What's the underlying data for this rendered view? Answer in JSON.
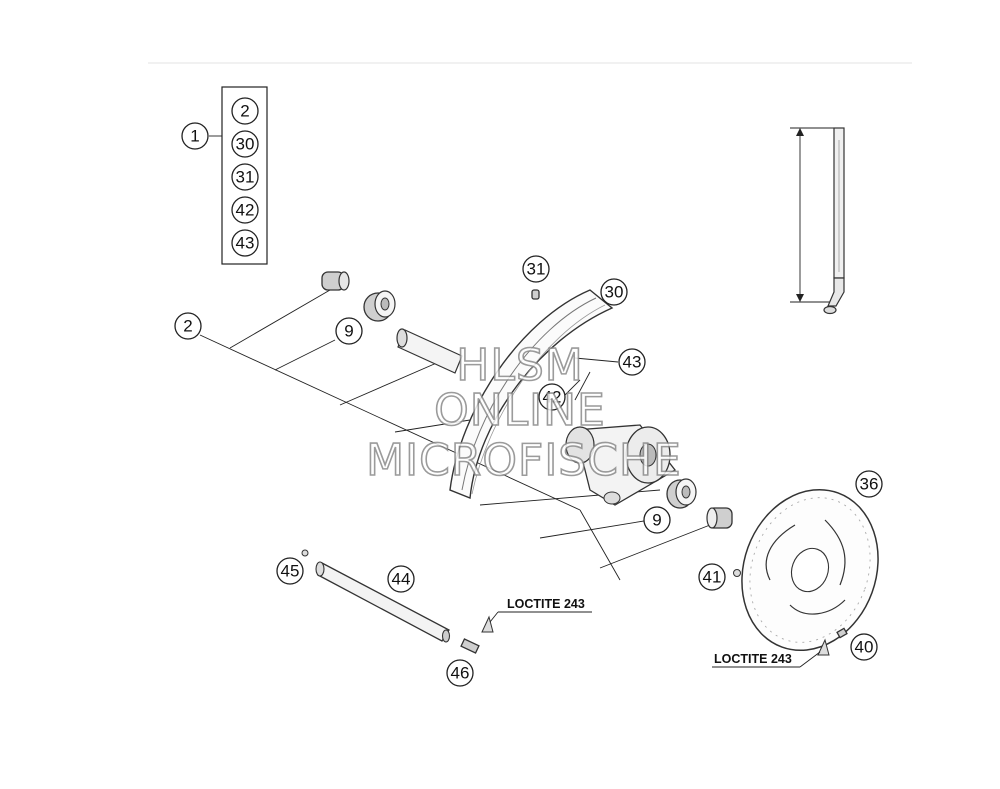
{
  "diagram": {
    "kit_callout": "1",
    "kit_items": [
      "2",
      "30",
      "31",
      "42",
      "43"
    ],
    "callouts": {
      "axle_spacer": "2",
      "bearing_left": "9",
      "bearing_right": "9",
      "nipple": "31",
      "rim": "30",
      "spoke": "43",
      "hub": "42",
      "brake_disc": "36",
      "distance_bushing": "41",
      "disc_screw": "40",
      "axle": "44",
      "ball": "45",
      "axle_screw": "46"
    },
    "loctite_left": "LOCTITE 243",
    "loctite_right": "LOCTITE 243"
  },
  "watermark": {
    "line1": "HLSM",
    "line2": "ONLINE",
    "line3": "MICROFISCHE"
  }
}
